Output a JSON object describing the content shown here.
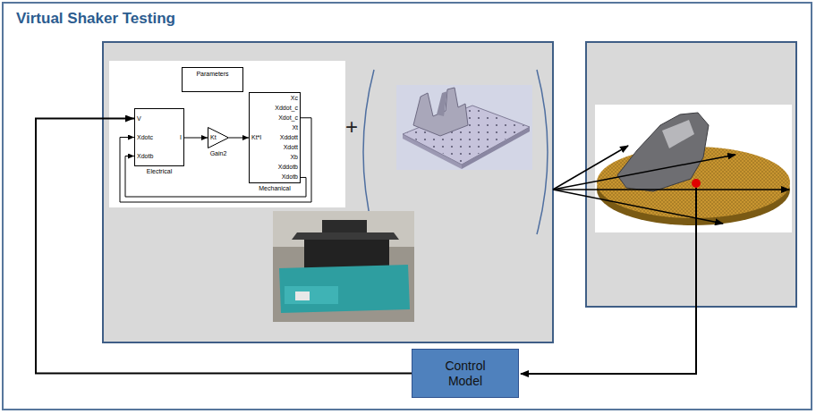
{
  "diagram": {
    "nodes": [
      {
        "text": [
          "Virtual Shaker Testing"
        ]
      },
      {
        "text": [
          "Parameters"
        ],
        "in": 0
      },
      {
        "text": [
          "V",
          "Xdotc",
          "Xdotb",
          "I",
          "Electrical"
        ],
        "in": 0
      },
      {
        "text": [
          "Kt",
          "Gain2"
        ],
        "in": 0
      },
      {
        "text": [
          "Kt*I",
          "Xc",
          "Xddot_c",
          "Xdot_c",
          "Xt",
          "Xddott",
          "Xdott",
          "Xb",
          "Xddotb",
          "Xdotb",
          "Mechanical"
        ],
        "in": 0
      },
      {
        "text": [
          "Control Model"
        ],
        "in": 0
      }
    ],
    "edges": [
      {
        "from": 2,
        "to": 3,
        "arrow": "to"
      },
      {
        "from": 3,
        "to": 4,
        "arrow": "to"
      },
      {
        "from": 4,
        "to": 2,
        "arrow": "to"
      },
      {
        "from": 4,
        "to": 2,
        "arrow": "to"
      },
      {
        "from": 5,
        "to": 2,
        "arrow": "to"
      }
    ],
    "labels": [
      "+"
    ]
  }
}
